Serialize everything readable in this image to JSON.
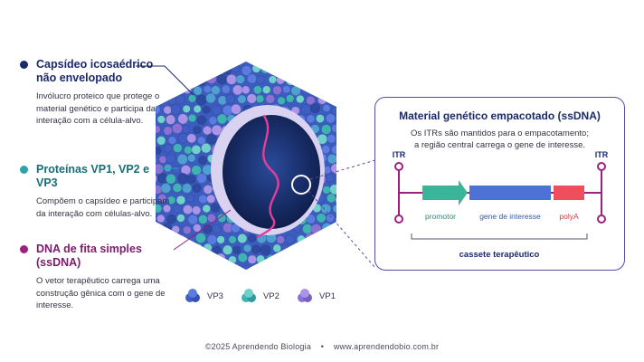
{
  "callouts": {
    "capsid": {
      "title": "Capsídeo icosaédrico não envelopado",
      "desc": "Invólucro proteico que protege o material genético e participa da interação com a célula-alvo.",
      "color": "#1b2a6b"
    },
    "proteins": {
      "title": "Proteínas VP1, VP2 e VP3",
      "desc": "Compõem o capsídeo e participam da interação com células-alvo.",
      "color": "#2aa3ad"
    },
    "dna": {
      "title": "DNA de fita simples (ssDNA)",
      "desc": "O vetor terapêutico carrega uma construção gênica com o gene de interesse.",
      "color": "#9c2080"
    }
  },
  "inset": {
    "title": "Material genético empacotado (ssDNA)",
    "subtitle_line1": "Os ITRs são mantidos para o empacotamento;",
    "subtitle_line2": "a região central carrega o gene de interesse.",
    "itr_left": "ITR",
    "itr_right": "ITR",
    "promoter": "promotor",
    "gene": "gene de interesse",
    "polya": "polyA",
    "cassette": "cassete terapêutico",
    "colors": {
      "promoter": "#3bb59a",
      "gene": "#4d72d6",
      "polya": "#ef4f5c",
      "itr": "#9c2080"
    }
  },
  "legend": [
    {
      "label": "VP3",
      "color": "#3f5fc4"
    },
    {
      "label": "VP2",
      "color": "#3fb3b3"
    },
    {
      "label": "VP1",
      "color": "#8a72d4"
    }
  ],
  "footer": {
    "copyright": "©2025 Aprendendo Biologia",
    "separator": "•",
    "url": "www.aprendendobio.com.br"
  }
}
